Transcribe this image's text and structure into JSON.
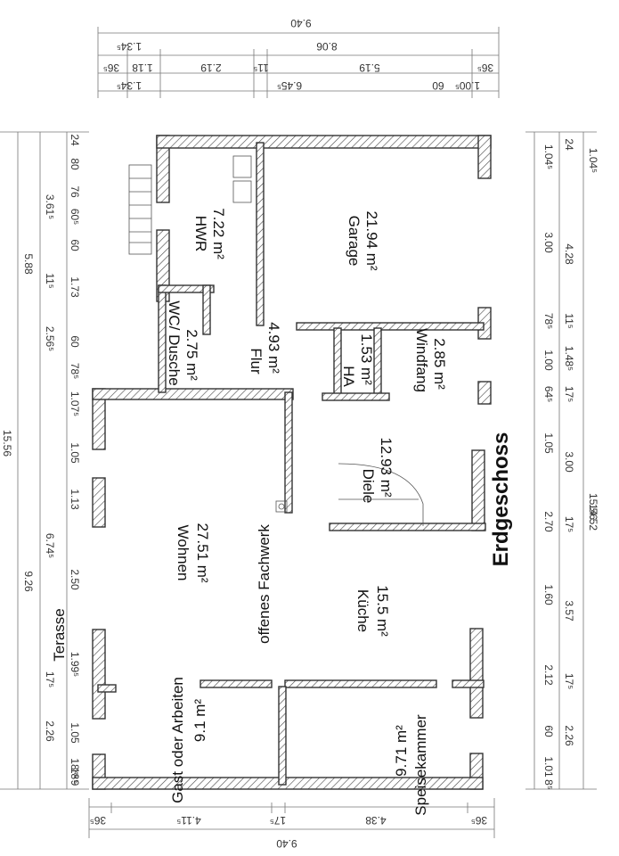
{
  "title": "Erdgeschoss",
  "rooms": {
    "hwr": {
      "name": "HWR",
      "area": "7.22 m²"
    },
    "garage": {
      "name": "Garage",
      "area": "21.94 m²"
    },
    "wc": {
      "name": "WC/ Dusche",
      "area": "2.75 m²"
    },
    "flur": {
      "name": "Flur",
      "area": "4.93 m²"
    },
    "ha": {
      "name": "HA",
      "area": "1.53 m²"
    },
    "windfang": {
      "name": "Windfang",
      "area": "2.85 m²"
    },
    "diele": {
      "name": "Diele",
      "area": "12.93 m²"
    },
    "wohnen": {
      "name": "Wohnen",
      "area": "27.51 m²"
    },
    "kueche": {
      "name": "Küche",
      "area": "15.5 m²"
    },
    "gast": {
      "name": "Gast oder Arbeiten",
      "area": "9.1 m²"
    },
    "speis": {
      "name": "Speisekammer",
      "area": "9.71 m²"
    }
  },
  "labels": {
    "fachwerk": "offenes Fachwerk",
    "terasse": "Terasse"
  },
  "dims_top": {
    "d940": "9.40",
    "d806": "8.06",
    "d134a": "1.34⁵",
    "d118": "1.18",
    "d36a": "36⁵",
    "d219": "2.19",
    "d11": "11⁵",
    "d519": "5.19",
    "d36b": "36⁵",
    "d134b": "1.34⁵",
    "d645": "6.45⁵",
    "d60": "60",
    "d100": "1.00⁵"
  },
  "dims_bottom": {
    "d36a": "36⁵",
    "d411": "4.11⁵",
    "d17": "17⁵",
    "d438": "4.38",
    "d36b": "36⁵",
    "d940": "9.40"
  },
  "dims_left_outer": [
    "24",
    "80",
    "76",
    "60",
    "60⁵",
    "1.73",
    "60",
    "78⁵",
    "1.07⁵",
    "1.05",
    "1.13",
    "2.50",
    "1.99⁵",
    "1.05",
    "18⁴⁶",
    "9",
    "18⁵"
  ],
  "dims_left_mid": [
    "3.61⁵",
    "11⁵",
    "2.56⁵",
    "6.74⁵",
    "17⁵",
    "2.26"
  ],
  "dims_left_far": [
    "5.88",
    "9.26"
  ],
  "dims_left_total": "15.56",
  "dims_right_a": [
    "1.04⁵",
    "3.00",
    "78⁵",
    "1.00",
    "64⁵",
    "1.05",
    "2.70",
    "1.60",
    "2.12",
    "60",
    "1.01",
    "8⁵"
  ],
  "dims_right_b": [
    "24",
    "4.28",
    "11⁵",
    "1.48⁵",
    "17⁵",
    "3.00",
    "17⁵",
    "3.57",
    "17⁵",
    "2.26"
  ],
  "dims_right_c": [
    "1.04⁵",
    "14.52",
    "15.56"
  ]
}
